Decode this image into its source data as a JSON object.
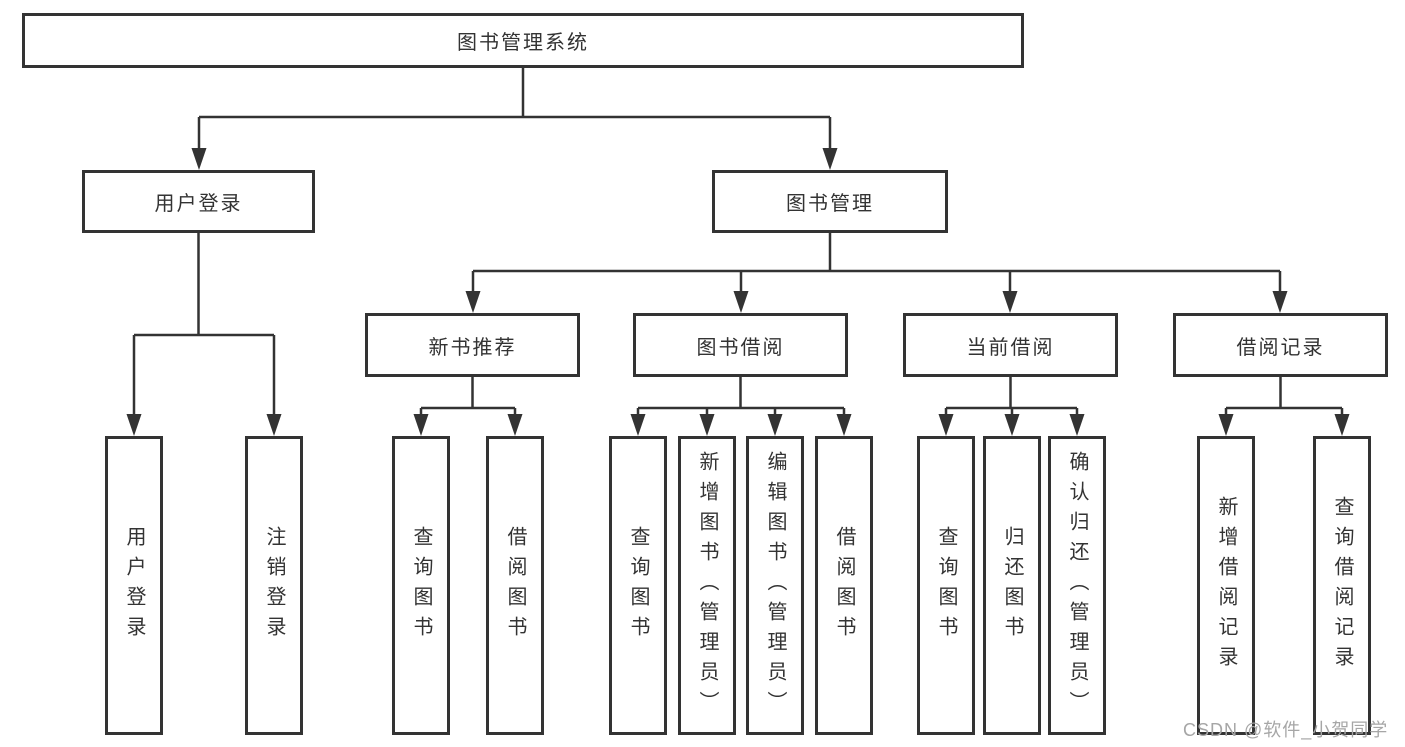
{
  "diagram_type": "hierarchy",
  "colors": {
    "line": "#333333",
    "box_border": "#333333",
    "text": "#333333",
    "background": "#ffffff",
    "watermark": "#a6a6a6"
  },
  "tree": {
    "label": "图书管理系统",
    "children": [
      {
        "label": "用户登录",
        "children": [
          {
            "label": "用户登录"
          },
          {
            "label": "注销登录"
          }
        ]
      },
      {
        "label": "图书管理",
        "children": [
          {
            "label": "新书推荐",
            "children": [
              {
                "label": "查询图书"
              },
              {
                "label": "借阅图书"
              }
            ]
          },
          {
            "label": "图书借阅",
            "children": [
              {
                "label": "查询图书"
              },
              {
                "label": "新增图书（管理员）"
              },
              {
                "label": "编辑图书（管理员）"
              },
              {
                "label": "借阅图书"
              }
            ]
          },
          {
            "label": "当前借阅",
            "children": [
              {
                "label": "查询图书"
              },
              {
                "label": "归还图书"
              },
              {
                "label": "确认归还（管理员）"
              }
            ]
          },
          {
            "label": "借阅记录",
            "children": [
              {
                "label": "新增借阅记录"
              },
              {
                "label": "查询借阅记录"
              }
            ]
          }
        ]
      }
    ]
  },
  "watermark": {
    "text": "CSDN @软件_小贺同学"
  }
}
